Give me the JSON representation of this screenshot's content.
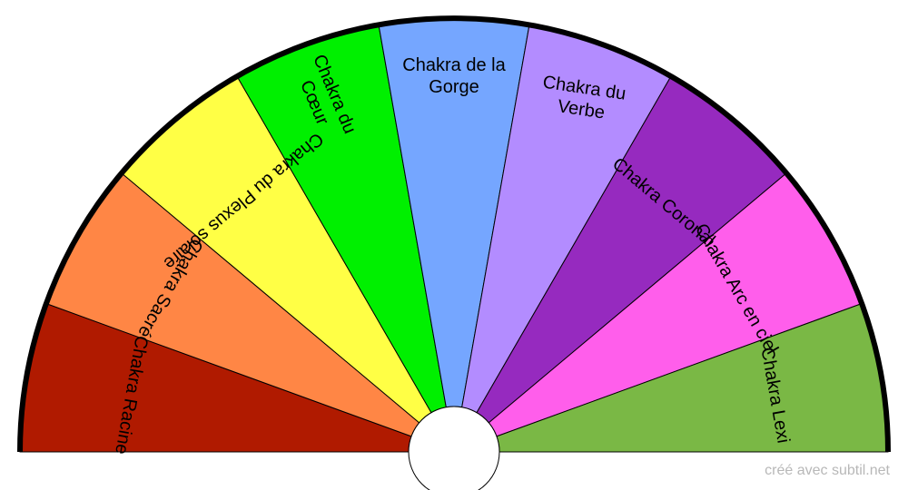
{
  "diagram": {
    "segments": [
      {
        "label": [
          "Chakra Racine"
        ],
        "color": "#B01A00"
      },
      {
        "label": [
          "Chakra Sacré"
        ],
        "color": "#FF8645"
      },
      {
        "label": [
          "Chakra du Plexus solaire"
        ],
        "color": "#FFFF45"
      },
      {
        "label": [
          "Chakra du",
          "Cœur"
        ],
        "color": "#00F000"
      },
      {
        "label": [
          "Chakra de la",
          "Gorge"
        ],
        "color": "#75A6FF"
      },
      {
        "label": [
          "Chakra du",
          "Verbe"
        ],
        "color": "#B38CFF"
      },
      {
        "label": [
          "Chakra Coronal"
        ],
        "color": "#962ABF"
      },
      {
        "label": [
          "Chakra Arc en ciel"
        ],
        "color": "#FF5EEB"
      },
      {
        "label": [
          "Chakra Lexi"
        ],
        "color": "#7AB845"
      }
    ]
  },
  "footer": {
    "credit": "créé avec subtil.net"
  }
}
